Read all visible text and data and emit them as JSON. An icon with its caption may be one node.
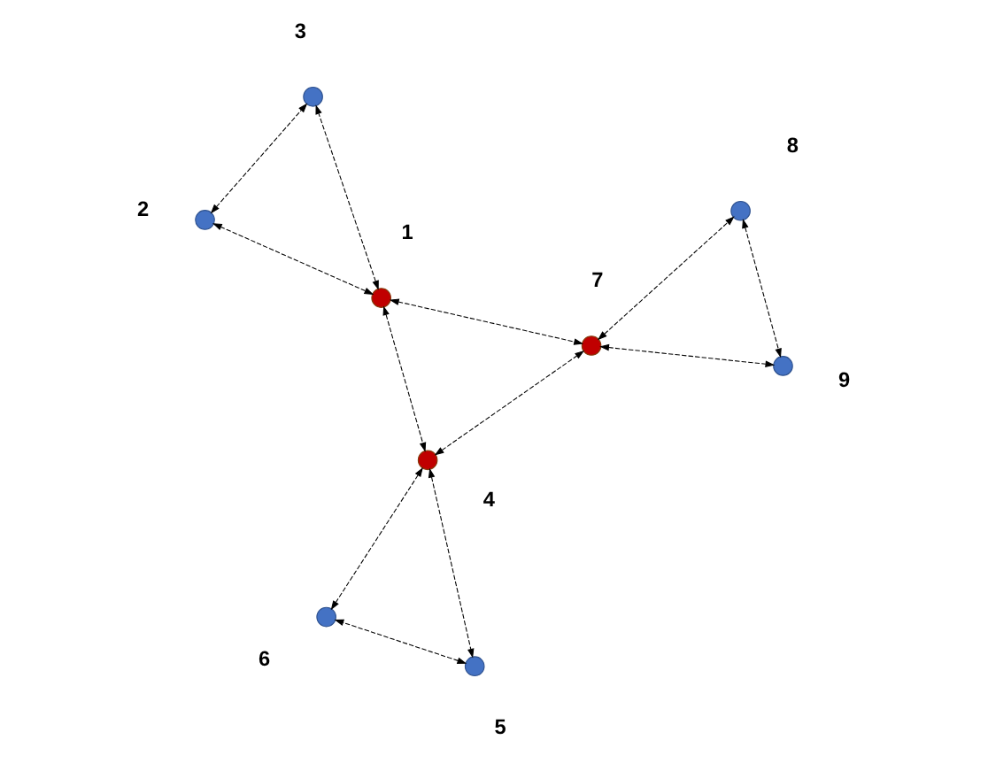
{
  "diagram": {
    "nodes": [
      {
        "text": [],
        "shape": "circle",
        "beside": [
          "1"
        ]
      },
      {
        "text": [],
        "shape": "circle",
        "beside": [
          "2"
        ]
      },
      {
        "text": [],
        "shape": "circle",
        "beside": [
          "3"
        ]
      },
      {
        "text": [],
        "shape": "circle",
        "beside": [
          "4"
        ]
      },
      {
        "text": [],
        "shape": "circle",
        "beside": [
          "5"
        ]
      },
      {
        "text": [],
        "shape": "circle",
        "beside": [
          "6"
        ]
      },
      {
        "text": [],
        "shape": "circle",
        "beside": [
          "7"
        ]
      },
      {
        "text": [],
        "shape": "circle",
        "beside": [
          "8"
        ]
      },
      {
        "text": [],
        "shape": "circle",
        "beside": [
          "9"
        ]
      }
    ],
    "edges": [
      {
        "from": 0,
        "to": 1,
        "arrow": "both",
        "style": "dashed"
      },
      {
        "from": 1,
        "to": 2,
        "arrow": "both",
        "style": "dashed"
      },
      {
        "from": 0,
        "to": 2,
        "arrow": "both",
        "style": "dashed"
      },
      {
        "from": 0,
        "to": 3,
        "arrow": "both",
        "style": "dashed"
      },
      {
        "from": 3,
        "to": 4,
        "arrow": "both",
        "style": "dashed"
      },
      {
        "from": 4,
        "to": 5,
        "arrow": "both",
        "style": "dashed"
      },
      {
        "from": 3,
        "to": 5,
        "arrow": "both",
        "style": "dashed"
      },
      {
        "from": 0,
        "to": 6,
        "arrow": "both",
        "style": "dashed"
      },
      {
        "from": 3,
        "to": 6,
        "arrow": "both",
        "style": "dashed"
      },
      {
        "from": 6,
        "to": 7,
        "arrow": "both",
        "style": "dashed"
      },
      {
        "from": 6,
        "to": 8,
        "arrow": "both",
        "style": "dashed"
      },
      {
        "from": 7,
        "to": 8,
        "arrow": "both",
        "style": "dashed"
      }
    ]
  }
}
